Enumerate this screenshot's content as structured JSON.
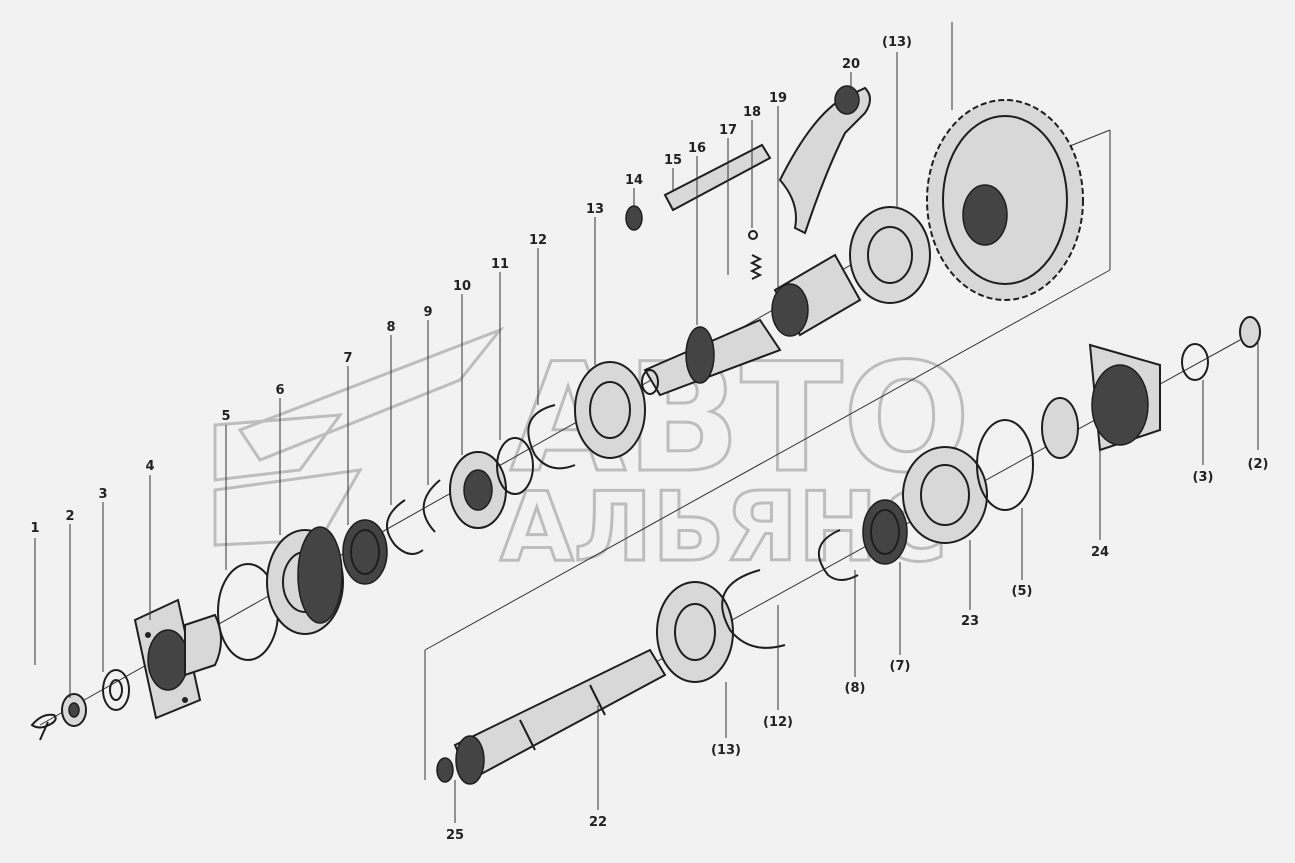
{
  "watermark": {
    "line1": "АВТО",
    "line2": "АЛЬЯНС"
  },
  "callouts": [
    {
      "id": "p1",
      "text": "1"
    },
    {
      "id": "p2",
      "text": "2"
    },
    {
      "id": "p3",
      "text": "3"
    },
    {
      "id": "p4",
      "text": "4"
    },
    {
      "id": "p5",
      "text": "5"
    },
    {
      "id": "p6",
      "text": "6"
    },
    {
      "id": "p7",
      "text": "7"
    },
    {
      "id": "p8",
      "text": "8"
    },
    {
      "id": "p9",
      "text": "9"
    },
    {
      "id": "p10",
      "text": "10"
    },
    {
      "id": "p11",
      "text": "11"
    },
    {
      "id": "p12",
      "text": "12"
    },
    {
      "id": "p13",
      "text": "13"
    },
    {
      "id": "p14",
      "text": "14"
    },
    {
      "id": "p15",
      "text": "15"
    },
    {
      "id": "p16",
      "text": "16"
    },
    {
      "id": "p17",
      "text": "17"
    },
    {
      "id": "p18",
      "text": "18"
    },
    {
      "id": "p19",
      "text": "19"
    },
    {
      "id": "p20",
      "text": "20"
    },
    {
      "id": "p13b",
      "text": "(13)"
    },
    {
      "id": "p2b",
      "text": "(2)"
    },
    {
      "id": "p3b",
      "text": "(3)"
    },
    {
      "id": "p24",
      "text": "24"
    },
    {
      "id": "p5b",
      "text": "(5)"
    },
    {
      "id": "p23",
      "text": "23"
    },
    {
      "id": "p7b",
      "text": "(7)"
    },
    {
      "id": "p8b",
      "text": "(8)"
    },
    {
      "id": "p12b",
      "text": "(12)"
    },
    {
      "id": "p13c",
      "text": "(13)"
    },
    {
      "id": "p22",
      "text": "22"
    },
    {
      "id": "p25",
      "text": "25"
    }
  ]
}
